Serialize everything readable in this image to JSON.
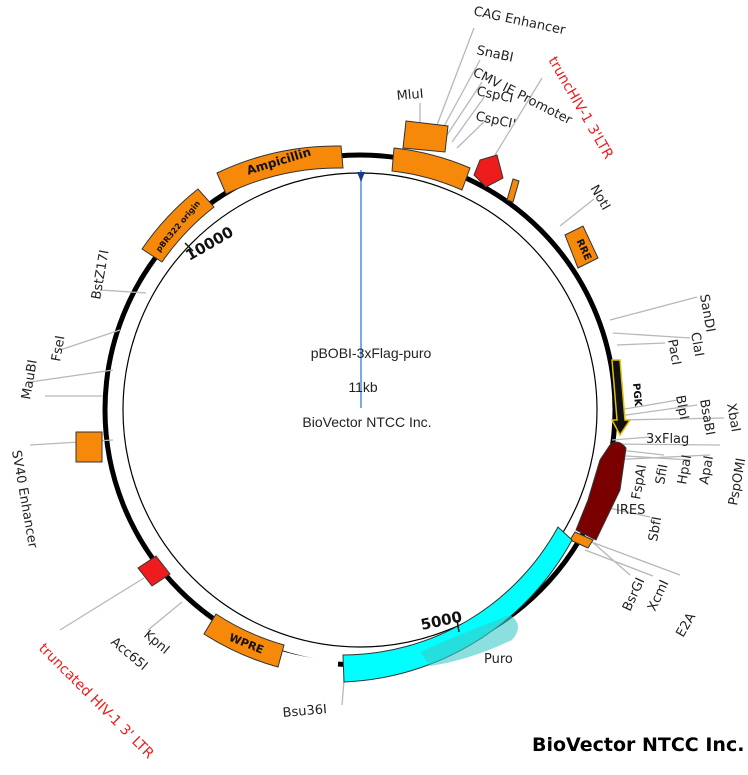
{
  "plasmid": {
    "name": "pBOBI-3xFlag-puro",
    "size": "11kb",
    "maker": "BioVector NTCC Inc."
  },
  "footer": {
    "company": "BioVector NTCC Inc."
  },
  "ticks": {
    "t5000": "5000",
    "t10000": "10000"
  },
  "features": {
    "ampicillin": "Ampicillin",
    "pbr322_origin": "pBR322 origin",
    "rre": "RRE",
    "pgk": "PGK",
    "wpre": "WPRE",
    "three_x_flag": "3xFlag",
    "ires": "IRES",
    "puro": "Puro",
    "cag_enhancer": "CAG Enhancer",
    "cmv_ie_promoter": "CMV IE Promoter",
    "trunc_ltr_top": "truncHIV-1 3'LTR",
    "trunc_ltr_bottom": "truncated HIV-1 3' LTR",
    "sv40_enhancer": "SV40 Enhancer",
    "e2a": "E2A"
  },
  "sites": {
    "mlui": "MluI",
    "snabi": "SnaBI",
    "cspci1": "CspCI",
    "cspci2": "CspCI'",
    "noti": "NotI",
    "sandi": "SanDI",
    "clai": "ClaI",
    "paci": "PacI",
    "bipi": "BlpI",
    "bsabi": "BsaBI",
    "xbai": "XbaI",
    "fspai": "FspAI",
    "sfii": "SfiI",
    "hpai": "HpaI",
    "apai": "ApaI",
    "pspomi": "PspOMI",
    "sbfi": "SbfI",
    "bsrgi": "BsrGI",
    "xcmi": "XcmI",
    "kpni": "KpnI",
    "acc65i": "Acc65I",
    "bsu36i": "Bsu36I",
    "bstz17i": "BstZ17I",
    "fsei": "FseI",
    "maubi": "MauBI"
  },
  "colors": {
    "orange": "#f7890a",
    "red": "#ee1c1c",
    "cyan": "#00ffff",
    "dark_red": "#7a0000",
    "blue_line": "#4a90e2",
    "backbone": "#000000"
  }
}
